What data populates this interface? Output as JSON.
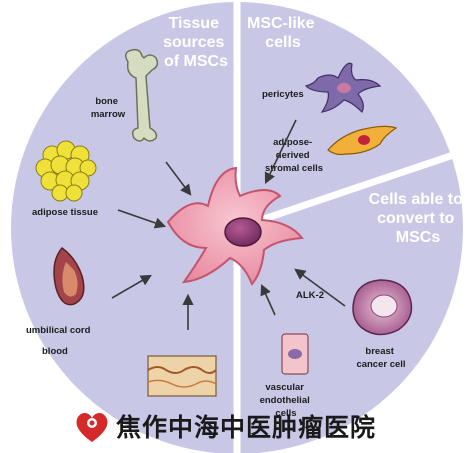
{
  "sections": {
    "tissue_sources_title": [
      "Tissue",
      "sources",
      "of MSCs"
    ],
    "msc_like_title": [
      "MSC-like",
      "cells"
    ],
    "convertible_title": [
      "Cells able to",
      "convert to",
      "MSCs"
    ]
  },
  "labels": {
    "bone_marrow": [
      "bone",
      "marrow"
    ],
    "adipose_tissue": "adipose tissue",
    "umbilical_cord_blood": [
      "umbilical cord",
      "blood"
    ],
    "pericytes": "pericytes",
    "adipose_stromal": [
      "adipose-",
      "derived",
      "stromal cells"
    ],
    "alk2": "ALK-2",
    "breast_cancer_cell": [
      "breast",
      "cancer cell"
    ],
    "vascular_endothelial": [
      "vascular",
      "endothelial",
      "cells"
    ]
  },
  "watermark": {
    "text": "焦作中海中医肿瘤医院"
  },
  "colors": {
    "disc": "#c9c7e6",
    "divider": "#ffffff",
    "msc_cell": "#f0a3b4",
    "msc_nucleus": "#8c3f74",
    "bone": "#d6dcc0",
    "fat": "#f0e03a",
    "arrow": "#3a3a3a"
  }
}
